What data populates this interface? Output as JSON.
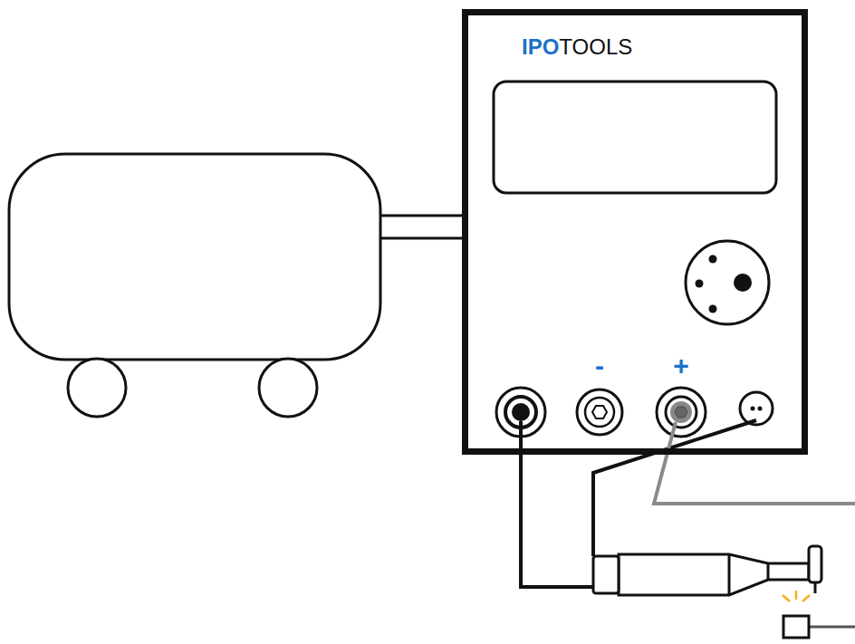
{
  "diagram": {
    "nodes": [
      {
        "text": [
          "IPO",
          "TOOLS"
        ]
      }
    ],
    "labels": [
      "-",
      "+"
    ]
  }
}
